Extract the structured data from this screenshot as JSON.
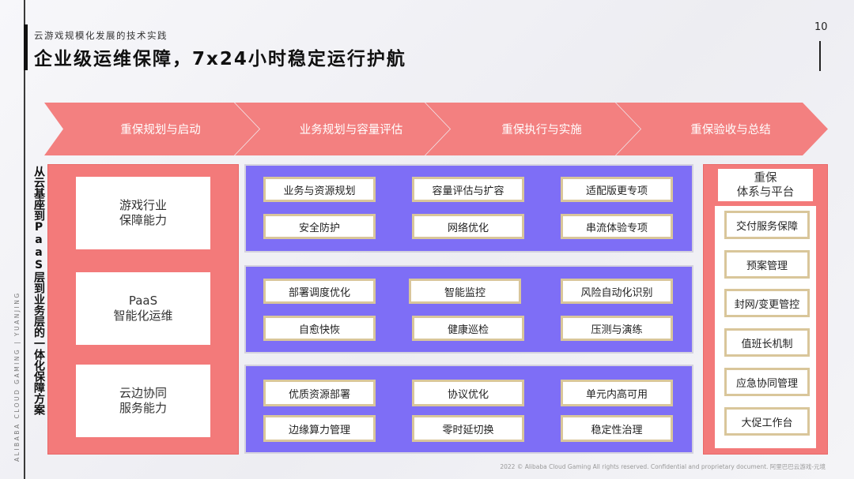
{
  "header": {
    "subtitle": "云游戏规模化发展的技术实践",
    "title": "企业级运维保障，7x24小时稳定运行护航",
    "page_number": "10"
  },
  "side_brand": "ALIBABA CLOUD GAMING | YUANJING",
  "vertical_caption": "从云基座到PaaS层到业务层的一体化保障方案",
  "stages": [
    "重保规划与启动",
    "业务规划与容量评估",
    "重保执行与实施",
    "重保验收与总结"
  ],
  "left_column": {
    "boxes": [
      {
        "line1": "游戏行业",
        "line2": "保障能力"
      },
      {
        "line1": "PaaS",
        "line2": "智能化运维"
      },
      {
        "line1": "云边协同",
        "line2": "服务能力"
      }
    ]
  },
  "middle_groups": [
    {
      "items": [
        "业务与资源规划",
        "容量评估与扩容",
        "适配版更专项",
        "安全防护",
        "网络优化",
        "串流体验专项"
      ]
    },
    {
      "items": [
        "部署调度优化",
        "智能监控",
        "风险自动化识别",
        "自愈快恢",
        "健康巡检",
        "压测与演练"
      ]
    },
    {
      "items": [
        "优质资源部署",
        "协议优化",
        "单元内高可用",
        "边缘算力管理",
        "零时延切换",
        "稳定性治理"
      ]
    }
  ],
  "right_column": {
    "header_line1": "重保",
    "header_line2": "体系与平台",
    "items": [
      "交付服务保障",
      "预案管理",
      "封网/变更管控",
      "值班长机制",
      "应急协同管理",
      "大促工作台"
    ]
  },
  "footer": "2022 © Alibaba Cloud Gaming All rights reserved. Confidential and proprietary document. 阿里巴巴云游戏-元境",
  "colors": {
    "arrow": "#f38080",
    "red_panel": "#f37a7a",
    "purple_panel": "#7e6ef6",
    "cell_border": "#d9c69a"
  }
}
